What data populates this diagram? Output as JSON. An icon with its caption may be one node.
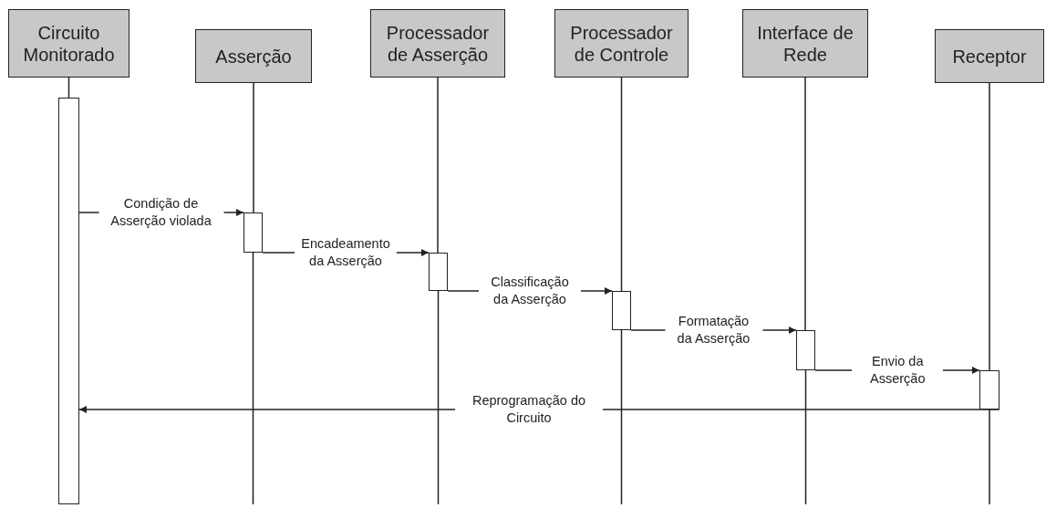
{
  "diagram": {
    "nodes": [
      {
        "text": [
          "Circuito Monitorado"
        ]
      },
      {
        "text": [
          "Asserção"
        ]
      },
      {
        "text": [
          "Processador de Asserção"
        ]
      },
      {
        "text": [
          "Processador de Controle"
        ]
      },
      {
        "text": [
          "Interface de Rede"
        ]
      },
      {
        "text": [
          "Receptor"
        ]
      },
      {
        "text": [],
        "shape": "bar"
      },
      {
        "text": [],
        "shape": "bar"
      },
      {
        "text": [],
        "shape": "bar"
      },
      {
        "text": [],
        "shape": "bar"
      },
      {
        "text": [],
        "shape": "bar"
      },
      {
        "text": [],
        "shape": "bar"
      }
    ],
    "edges": [
      {
        "from": 6,
        "to": 7,
        "arrow": "to",
        "label": "Condição de Asserção violada"
      },
      {
        "from": 7,
        "to": 8,
        "arrow": "to",
        "label": "Encadeamento da Asserção"
      },
      {
        "from": 8,
        "to": 9,
        "arrow": "to",
        "label": "Classificação da Asserção"
      },
      {
        "from": 9,
        "to": 10,
        "arrow": "to",
        "label": "Formatação da Asserção"
      },
      {
        "from": 10,
        "to": 11,
        "arrow": "to",
        "label": "Envio da Asserção"
      },
      {
        "from": 11,
        "to": 6,
        "arrow": "to",
        "label": "Reprogramação do Circuito"
      },
      {
        "from": 0,
        "to": 6,
        "arrow": "none"
      },
      {
        "from": 1,
        "to": 7,
        "arrow": "none"
      },
      {
        "from": 2,
        "to": 8,
        "arrow": "none"
      },
      {
        "from": 3,
        "to": 9,
        "arrow": "none"
      },
      {
        "from": 4,
        "to": 10,
        "arrow": "none"
      },
      {
        "from": 5,
        "to": 11,
        "arrow": "none"
      }
    ]
  }
}
